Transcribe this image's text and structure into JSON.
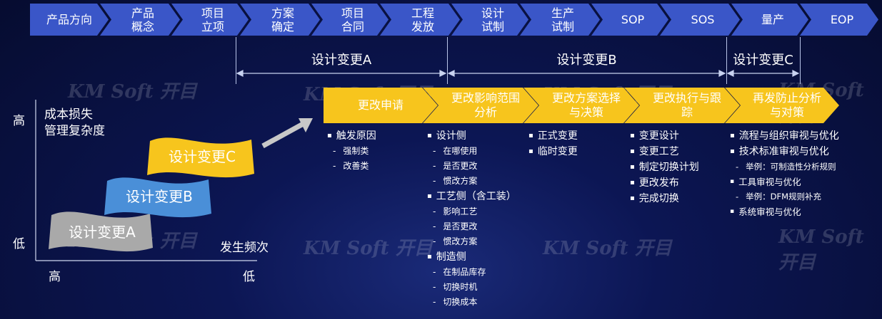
{
  "top_steps": [
    "产品方向",
    "产品概念",
    "项目立项",
    "方案确定",
    "项目合同",
    "工程发放",
    "设计试制",
    "生产试制",
    "SOP",
    "SOS",
    "量产",
    "EOP"
  ],
  "ranges": [
    "设计变更A",
    "设计变更B",
    "设计变更C"
  ],
  "chevrons": [
    "更改申请",
    "更改影响范围分析",
    "更改方案选择与决策",
    "更改执行与跟踪",
    "再发防止分析与对策"
  ],
  "columns": {
    "c1": {
      "h1": "触发原因",
      "items": [
        "强制类",
        "改善类"
      ]
    },
    "c2": {
      "h1": "设计侧",
      "a": [
        "在哪使用",
        "是否更改",
        "惯改方案"
      ],
      "h2": "工艺侧（含工装）",
      "b": [
        "影响工艺",
        "是否更改",
        "惯改方案"
      ],
      "h3": "制造侧",
      "c": [
        "在制品库存",
        "切换时机",
        "切换成本"
      ]
    },
    "c3": {
      "items": [
        "正式变更",
        "临时变更"
      ]
    },
    "c4": {
      "items": [
        "变更设计",
        "变更工艺",
        "制定切换计划",
        "更改发布",
        "完成切换"
      ]
    },
    "c5": {
      "items": [
        "流程与组织审视与优化",
        "技术标准审视与优化",
        "举例：可制造性分析规则",
        "工具审视与优化",
        "举例：DFM规则补充",
        "系统审视与优化"
      ]
    }
  },
  "chart": {
    "y_high": "高",
    "y_low": "低",
    "y_title_1": "成本损失",
    "y_title_2": "管理复杂度",
    "x_high": "高",
    "x_low": "低",
    "x_title": "发生频次",
    "banners": [
      "设计变更C",
      "设计变更B",
      "设计变更A"
    ]
  },
  "watermark_text": "KM Soft 开目",
  "colors": {
    "top_step": "#3a56c8",
    "chevron": "#f7c51d",
    "banner_c": "#f7c51d",
    "banner_b": "#4a8fd8",
    "banner_a": "#a9a9a9"
  }
}
